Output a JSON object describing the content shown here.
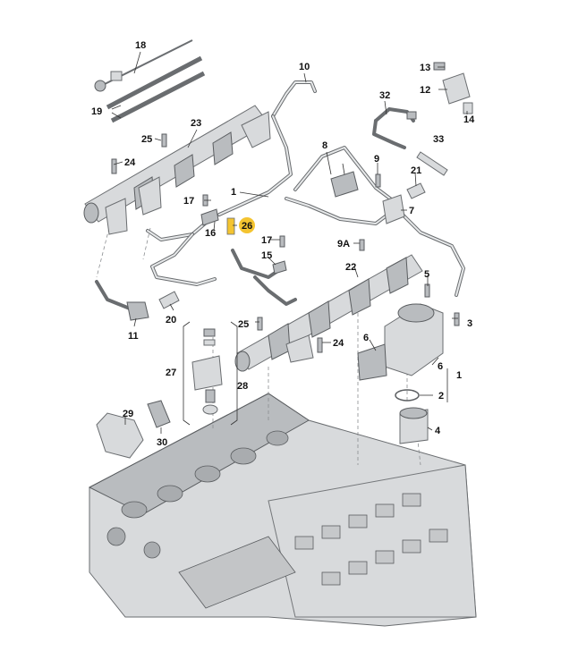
{
  "labels": {
    "l1a": "1",
    "l1b": "1",
    "l2": "2",
    "l3": "3",
    "l4": "4",
    "l5": "5",
    "l6a": "6",
    "l6b": "6",
    "l7": "7",
    "l8": "8",
    "l9": "9",
    "l9a": "9A",
    "l10": "10",
    "l11": "11",
    "l12": "12",
    "l13": "13",
    "l14": "14",
    "l15": "15",
    "l16": "16",
    "l17a": "17",
    "l17b": "17",
    "l18": "18",
    "l19": "19",
    "l20": "20",
    "l21": "21",
    "l22": "22",
    "l23": "23",
    "l24a": "24",
    "l24b": "24",
    "l25a": "25",
    "l25b": "25",
    "l26": "26",
    "l27": "27",
    "l28": "28",
    "l29": "29",
    "l30": "30",
    "l32": "32",
    "l33": "33"
  },
  "colors": {
    "highlight": "#f4c430",
    "ink": "#111111",
    "part": "#d8dadc"
  }
}
